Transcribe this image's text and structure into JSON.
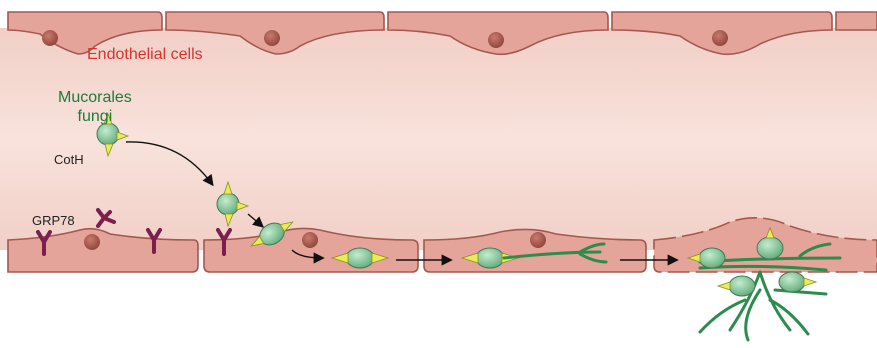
{
  "labels": {
    "endothelial": "Endothelial cells",
    "mucorales_line1": "Mucorales",
    "mucorales_line2": "fungi",
    "coth": "CotH",
    "grp78": "GRP78"
  },
  "colors": {
    "endothelial_label": "#d8332d",
    "mucorales_label": "#1f7a3a",
    "cell_fill": "#e4a49a",
    "cell_stroke": "#a4584f",
    "nucleus": "#a8574c",
    "lumen": "#f4d7cf",
    "fungus_body": "#8fcfa3",
    "coth_protein": "#e8ec55",
    "hyphae": "#2e8b4e",
    "receptor": "#7a1f4e",
    "arrow": "#111111"
  }
}
